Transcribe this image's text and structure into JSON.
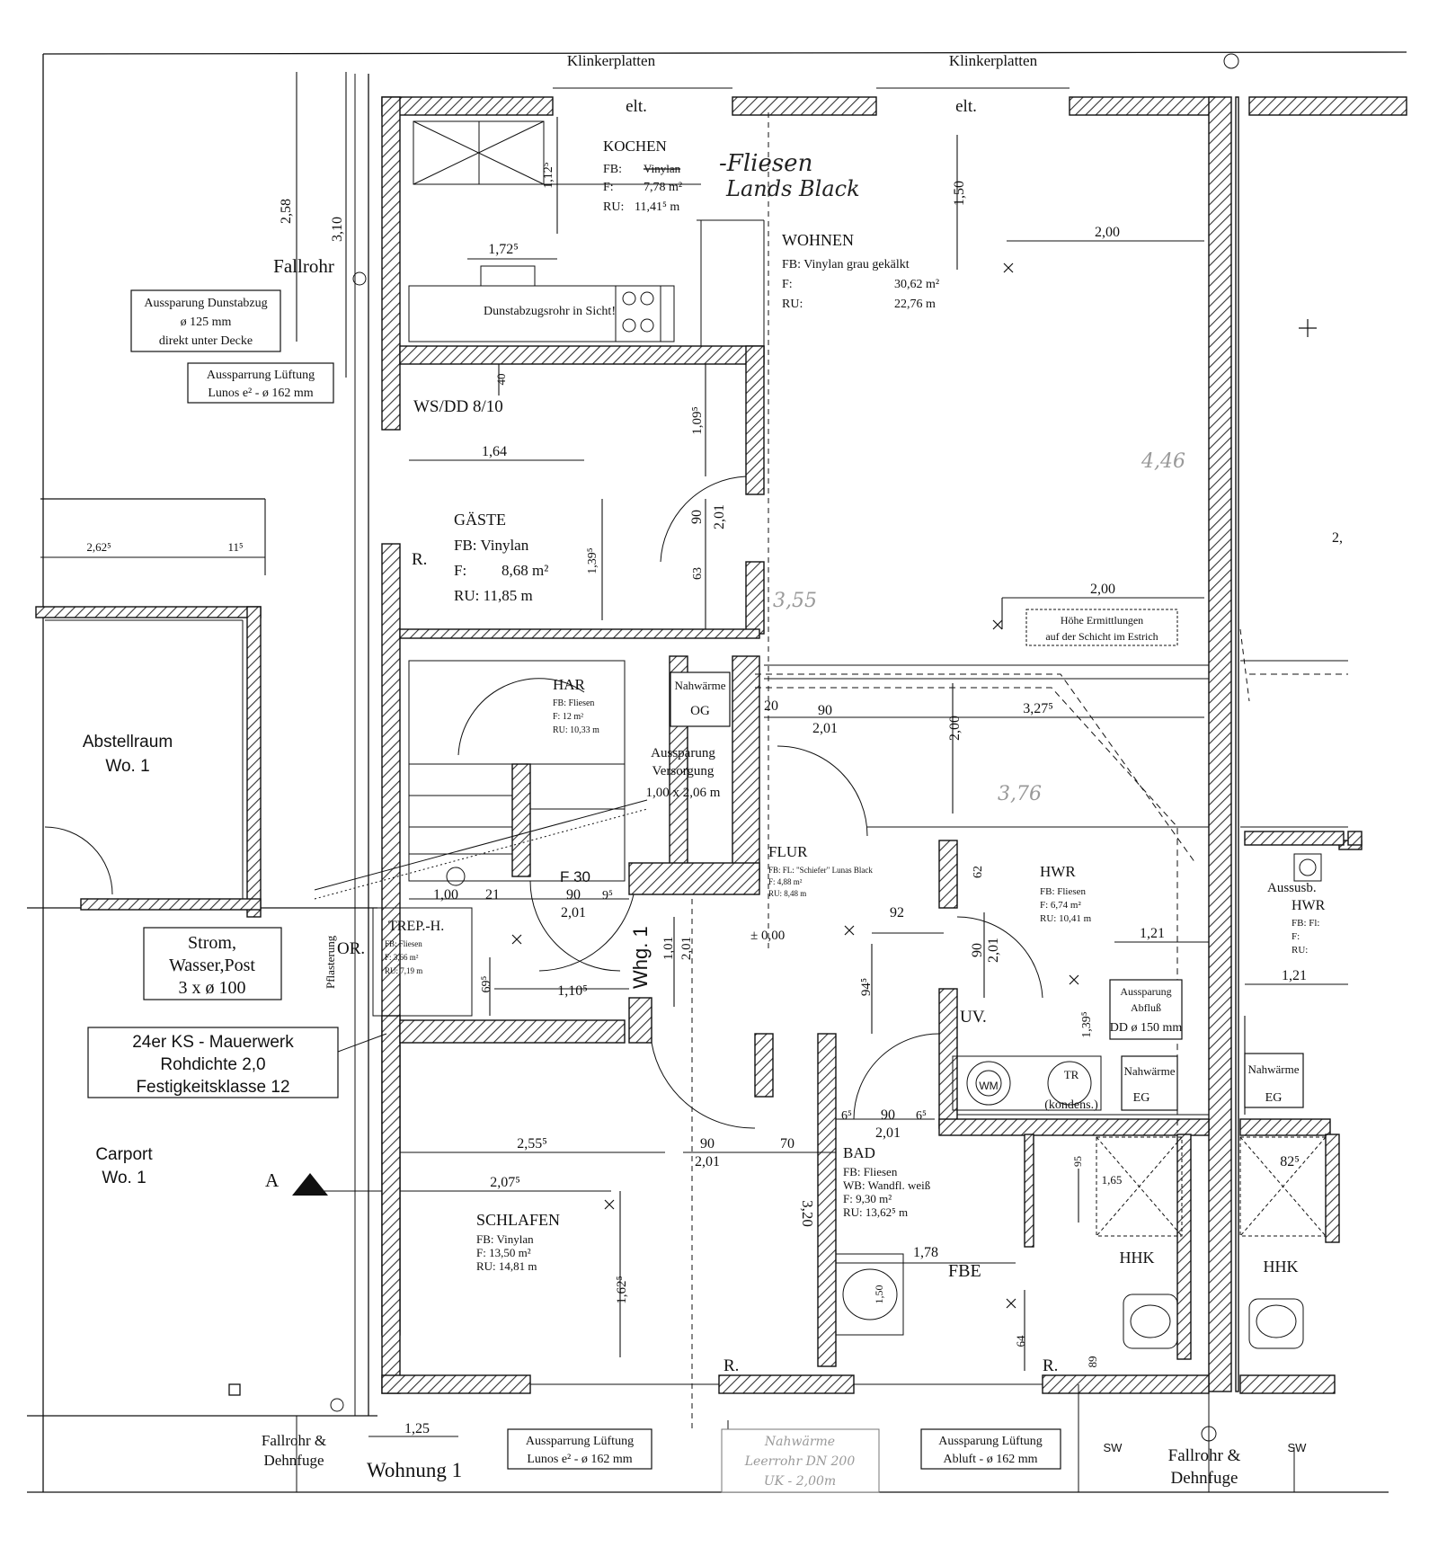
{
  "rooms": {
    "kochen": {
      "name": "KOCHEN",
      "fb": "FB:",
      "fb_val": "Vinylan",
      "f": "F:",
      "f_val": "7,78 m²",
      "ru": "RU:",
      "ru_val": "11,41⁵ m"
    },
    "wohnen": {
      "name": "WOHNEN",
      "fb_line": "FB: Vinylan grau gekälkt",
      "f": "F:",
      "f_val": "30,62 m²",
      "ru": "RU:",
      "ru_val": "22,76 m"
    },
    "gaeste": {
      "name": "GÄSTE",
      "fb_line": "FB:  Vinylan",
      "f": "F:",
      "f_val": "8,68 m²",
      "ru_line": "RU: 11,85 m"
    },
    "har": {
      "name": "HAR",
      "fb": "FB:  Fliesen",
      "f": "F:    12 m²",
      "ru": "RU: 10,33 m"
    },
    "flur": {
      "name": "FLUR",
      "fb": "FB: FL: \"Schiefer\" Lunas Black",
      "f": "F:          4,88 m²",
      "ru": "RU:        8,48 m"
    },
    "hwr": {
      "name": "HWR",
      "fb": "FB: Fliesen",
      "f": "F:     6,74 m²",
      "ru": "RU: 10,41 m"
    },
    "trepph": {
      "name": "TREP.-H.",
      "fb": "FB:     Fliesen",
      "f": "F:      3,66 m²",
      "ru": "RU:     7,19 m"
    },
    "bad": {
      "name": "BAD",
      "fb": "FB:       Fliesen",
      "wb": "WB: Wandfl. weiß",
      "f": "F:               9,30 m²",
      "ru": "RU:          13,62⁵ m"
    },
    "schlafen": {
      "name": "SCHLAFEN",
      "fb": "FB:     Vinylan",
      "f": "F:      13,50 m²",
      "ru": "RU:   14,81 m"
    },
    "abstellraum": {
      "line1": "Abstellraum",
      "line2": "Wo. 1"
    },
    "carport": {
      "line1": "Carport",
      "line2": "Wo. 1"
    },
    "hwr_right": {
      "prefix": "Aussusb.",
      "name": "HWR",
      "fb": "FB: Fl:",
      "f": "F:",
      "ru": "RU:"
    }
  },
  "handwritten": {
    "fliesen_line1": "-Fliesen",
    "fliesen_line2": "Lands Black",
    "ghost1": "4,46",
    "ghost2": "3,55",
    "ghost3": "3,76"
  },
  "labels": {
    "klinker_left": "Klinkerplatten",
    "klinker_right": "Klinkerplatten",
    "elt1": "elt.",
    "elt2": "elt.",
    "fallrohr": "Fallrohr",
    "dunstabzug_rohr": "Dunstabzugsrohr in Sicht!",
    "wsdd": "WS/DD 8/10",
    "r1": "R.",
    "r2": "R.",
    "r3": "R.",
    "or": "OR.",
    "pflasterung": "Pflasterung",
    "f30_num": "F 30",
    "whg": "Whg. 1",
    "level": "± 0,00",
    "uv": "UV.",
    "fbe": "FBE",
    "hhk1": "HHK",
    "hhk2": "HHK",
    "nahwaerme_og": "Nahwärme",
    "og": "OG",
    "nahwaerme_eg": "Nahwärme",
    "eg": "EG",
    "nahwaerme_eg2": "Nahwärme",
    "eg2": "EG",
    "wm": "WM",
    "tr_kondens": "(kondens.)",
    "tr": "TR",
    "a_marker": "A",
    "sw1": "SW",
    "sw2": "SW",
    "wohnung": "Wohnung 1",
    "fallrohr_dehnfuge_l1": "Fallrohr &",
    "fallrohr_dehnfuge_l2": "Dehnfuge",
    "fallrohr_dehnfuge_r1": "Fallrohr &",
    "fallrohr_dehnfuge_r2": "Dehnfuge"
  },
  "boxes": {
    "dunstabzug": [
      "Aussparung Dunstabzug",
      "ø 125 mm",
      "direkt unter Decke"
    ],
    "lueftung_top": [
      "Aussparrung Lüftung",
      "Lunos e² -  ø 162 mm"
    ],
    "strom": [
      "Strom,",
      "Wasser,Post",
      "3 x ø 100"
    ],
    "mauerwerk": [
      "24er KS - Mauerwerk",
      "Rohdichte 2,0",
      "Festigkeitsklasse 12"
    ],
    "versorgung": [
      "Aussparung",
      "Versorgung",
      "1,00 x 2,06 m"
    ],
    "abfluss": [
      "Aussparung",
      "Abfluß",
      "DD ø 150 mm"
    ],
    "lueftung_bottom": [
      "Aussparrung Lüftung",
      "Lunos e² -  ø 162 mm"
    ],
    "nahwaerme_leerrohr": [
      "Nahwärme",
      "Leerrohr DN 200",
      "UK - 2,00m"
    ],
    "ablufft": [
      "Aussparung Lüftung",
      "Abluft -  ø 162 mm"
    ],
    "hoehe": [
      "Höhe Ermittlungen",
      "auf der Schicht im Estrich"
    ]
  },
  "dims": {
    "d258": "2,58",
    "d310": "3,10",
    "d112": "1,12⁵",
    "d172": "1,72⁵",
    "d150": "1,50",
    "d200a": "2,00",
    "d40": "40",
    "d109": "1,09⁵",
    "d164": "1,64",
    "d262": "2,62⁵",
    "d11": "11⁵",
    "d90a": "90",
    "d201a": "2,01",
    "d63": "63",
    "d139": "1,39⁵",
    "d200b": "2,00",
    "d20": "20",
    "d90b": "90",
    "d201b": "2,01",
    "d200c": "2,00",
    "d327": "3,27⁵",
    "d100": "1,00",
    "d21": "21",
    "d90c": "90",
    "d9": "9⁵",
    "d201c": "2,01",
    "d62": "62",
    "d92": "92",
    "d90d": "90",
    "d201d": "2,01",
    "d121a": "1,21",
    "d121b": "1,21",
    "d110": "1,10⁵",
    "d69": "69⁵",
    "d101": "1,01",
    "d201e": "2,01",
    "d94": "94⁵",
    "d139b": "1,39⁵",
    "d255": "2,55⁵",
    "d90e": "90",
    "d201f": "2,01",
    "d70": "70",
    "d207": "2,07⁵",
    "d6a": "6⁵",
    "d90f": "90",
    "d6b": "6⁵",
    "d201g": "2,01",
    "d320": "3,20",
    "d162": "1,62⁵",
    "d95": "95",
    "d165": "1,65",
    "d82": "82⁵",
    "d178": "1,78",
    "d150b": "1,50",
    "d64": "64",
    "d89": "89",
    "d125": "1,25",
    "d2x": "2,"
  },
  "colors": {
    "line": "#111111",
    "hatch": "#333333",
    "paper": "#ffffff",
    "pencil": "#8a8a8a"
  }
}
